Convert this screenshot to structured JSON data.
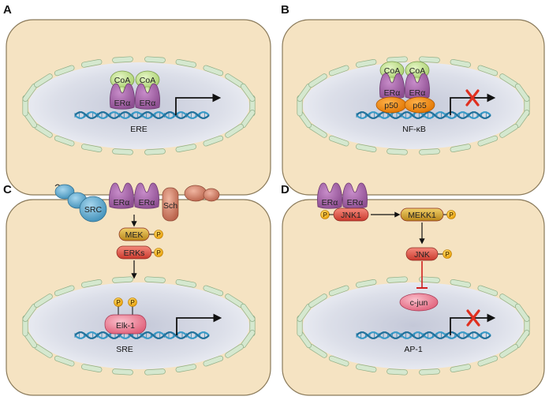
{
  "panels": {
    "A": {
      "label": "A",
      "coactivators": [
        "CoA",
        "CoA"
      ],
      "receptors": [
        "ERα",
        "ERα"
      ],
      "site": "ERE"
    },
    "B": {
      "label": "B",
      "coactivators": [
        "CoA",
        "CoA"
      ],
      "receptors": [
        "ERα",
        "ERα"
      ],
      "cofactors": [
        "p50",
        "p65"
      ],
      "site": "NF-κB"
    },
    "C": {
      "label": "C",
      "src": "SRC",
      "receptors": [
        "ERα",
        "ERα"
      ],
      "adaptor": "Sch",
      "kinases": [
        "MEK",
        "ERKs"
      ],
      "phospho": "P",
      "tf": "Elk-1",
      "site": "SRE"
    },
    "D": {
      "label": "D",
      "receptors": [
        "ERα",
        "ERα"
      ],
      "kinases": [
        "JNK1",
        "MEKK1",
        "JNK"
      ],
      "phospho": "P",
      "tf": "c-jun",
      "site": "AP-1"
    }
  },
  "colors": {
    "cell": "#f5e3c2",
    "cell_border": "#8a7a5a",
    "membrane_segment": "#d5e8cf",
    "nucleus": "#d8dbe6",
    "dna": "#3a9bc8",
    "receptor": "#a466a6",
    "coactivator": "#c8e59a",
    "cofactor": "#f28a14",
    "kinase": "#e8574a",
    "mek": "#d4a52a",
    "phospho": "#f7b614",
    "tf": "#f08aa0",
    "src": "#5aa9cf",
    "sch": "#d07a62",
    "block_x": "#e03020",
    "inhibit": "#d02020"
  }
}
